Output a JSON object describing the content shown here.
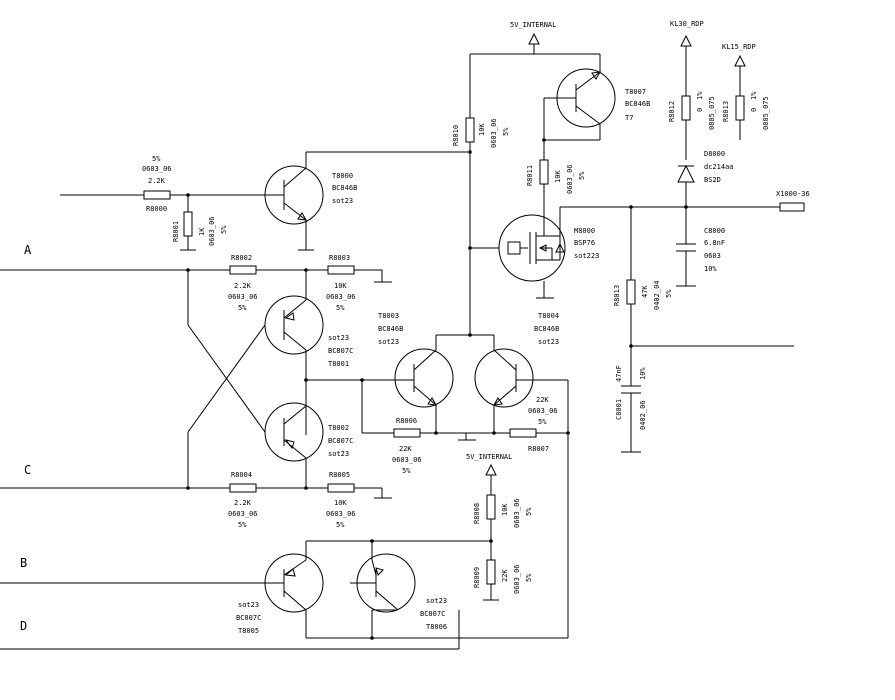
{
  "inputs": [
    {
      "label": "A"
    },
    {
      "label": "C"
    },
    {
      "label": "B"
    },
    {
      "label": "D"
    }
  ],
  "supplies": [
    {
      "label": "5V_INTERNAL"
    },
    {
      "label": "KL30_RDP"
    },
    {
      "label": "KL15_RDP"
    },
    {
      "label": "5V_INTERNAL"
    }
  ],
  "connector": {
    "label": "X1000-36"
  },
  "resistors": [
    {
      "ref": "R8000",
      "value": "2.2K",
      "package": "0603_06",
      "tol": "5%"
    },
    {
      "ref": "R8001",
      "value": "1K",
      "package": "0603_06",
      "tol": "5%"
    },
    {
      "ref": "R8002",
      "value": "2.2K",
      "package": "0603_06",
      "tol": "5%"
    },
    {
      "ref": "R8003",
      "value": "10K",
      "package": "0603_06",
      "tol": "5%"
    },
    {
      "ref": "R8004",
      "value": "2.2K",
      "package": "0603_06",
      "tol": "5%"
    },
    {
      "ref": "R8005",
      "value": "10K",
      "package": "0603_06",
      "tol": "5%"
    },
    {
      "ref": "R8006",
      "value": "22K",
      "package": "0603_06",
      "tol": "5%"
    },
    {
      "ref": "R8007",
      "value": "22K",
      "package": "0603_06",
      "tol": "5%"
    },
    {
      "ref": "R8008",
      "value": "10K",
      "package": "0603_06",
      "tol": "5%"
    },
    {
      "ref": "R8009",
      "value": "22K",
      "package": "0603_06",
      "tol": "5%"
    },
    {
      "ref": "R8010",
      "value": "10K",
      "package": "0603_06",
      "tol": "5%"
    },
    {
      "ref": "R8011",
      "value": "10K",
      "package": "0603_06",
      "tol": "5%"
    },
    {
      "ref": "R8012",
      "value": "0",
      "package": "0805_075",
      "tol": "1%"
    },
    {
      "ref": "R8013",
      "value": "0",
      "package": "0805_075",
      "tol": "1%"
    },
    {
      "ref": "R8013",
      "value": "47K",
      "package": "0402_04",
      "tol": "5%"
    }
  ],
  "transistors": [
    {
      "ref": "T8000",
      "part": "BC846B",
      "package": "sot23"
    },
    {
      "ref": "T8001",
      "part": "BC807C",
      "package": "sot23"
    },
    {
      "ref": "T8002",
      "part": "BC807C",
      "package": "sot23"
    },
    {
      "ref": "T8003",
      "part": "BC846B",
      "package": "sot23"
    },
    {
      "ref": "T8004",
      "part": "BC846B",
      "package": "sot23"
    },
    {
      "ref": "T8005",
      "part": "BC807C",
      "package": "sot23"
    },
    {
      "ref": "T8006",
      "part": "BC807C",
      "package": "sot23"
    },
    {
      "ref": "T8007",
      "part": "BC846B",
      "package": "T7"
    }
  ],
  "mosfet": {
    "ref": "M8000",
    "part": "BSP76",
    "package": "sot223"
  },
  "diode": {
    "ref": "D8000",
    "part": "dc214aa",
    "package": "BS2D"
  },
  "capacitors": [
    {
      "ref": "C8000",
      "value": "6.8nF",
      "package": "0603",
      "tol": "10%"
    },
    {
      "ref": "C8001",
      "value": "47nF",
      "package": "0402_06",
      "tol": "10%"
    }
  ]
}
